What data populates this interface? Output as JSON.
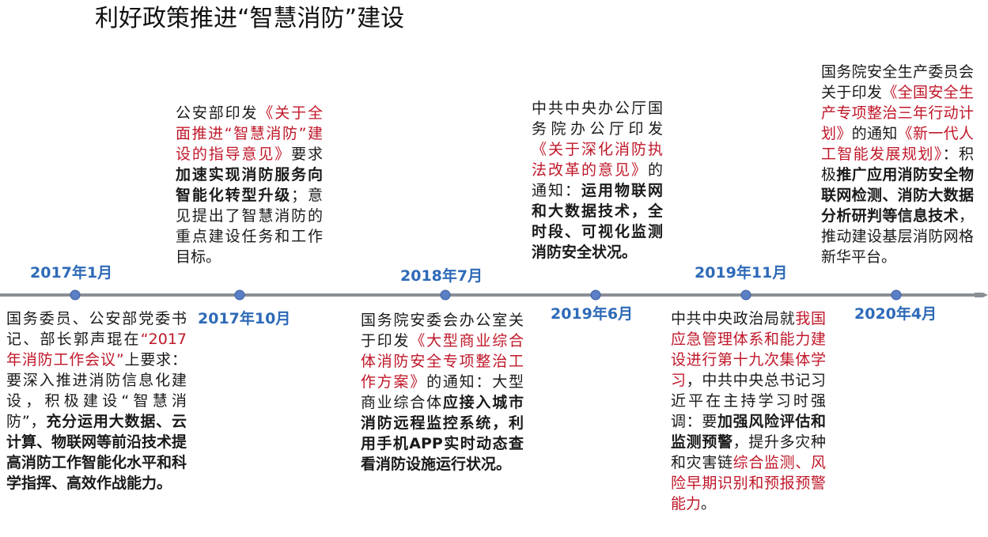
{
  "title": "利好政策推进“智慧消防”建设",
  "colors": {
    "accent_blue": "#2e6ab8",
    "highlight_red": "#c0182a",
    "axis_gray": "#8a8f96",
    "dot_fill": "#5a7fc4"
  },
  "timeline": [
    {
      "date": "2017年1月",
      "segments": [
        {
          "t": "国务委员、公安部党委书记、部长郭声琨在",
          "s": "n"
        },
        {
          "t": "“2017年消防工作会议”",
          "s": "r"
        },
        {
          "t": "上要求：要深入推进消防信息化建设，积极建设“智慧消防”，",
          "s": "n"
        },
        {
          "t": "充分运用大数据、云计算、物联网等前沿技术提高消防工作智能化水平和科学指挥、高效作战能力。",
          "s": "b"
        }
      ]
    },
    {
      "date": "2017年10月",
      "segments": [
        {
          "t": "公安部印发",
          "s": "n"
        },
        {
          "t": "《关于全面推进“智慧消防”建设的指导意见》",
          "s": "r"
        },
        {
          "t": "要求",
          "s": "n"
        },
        {
          "t": "加速实现消防服务向智能化转型升级",
          "s": "b"
        },
        {
          "t": "；意见提出了智慧消防的重点建设任务和工作目标。",
          "s": "n"
        }
      ]
    },
    {
      "date": "2018年7月",
      "segments": [
        {
          "t": "国务院安委会办公室关于印发",
          "s": "n"
        },
        {
          "t": "《大型商业综合体消防安全专项整治工作方案》",
          "s": "r"
        },
        {
          "t": "的通知：大型商业综合体",
          "s": "n"
        },
        {
          "t": "应接入城市消防远程监控系统，利用手机APP实时动态查看消防设施运行状况。",
          "s": "b"
        }
      ]
    },
    {
      "date": "2019年6月",
      "segments": [
        {
          "t": "中共中央办公厅国务院办公厅印发",
          "s": "n"
        },
        {
          "t": "《关于深化消防执法改革的意见》",
          "s": "r"
        },
        {
          "t": "的通知：",
          "s": "n"
        },
        {
          "t": "运用物联网和大数据技术，全时段、可视化监测消防安全状况。",
          "s": "b"
        }
      ]
    },
    {
      "date": "2019年11月",
      "segments": [
        {
          "t": "中共中央政治局就",
          "s": "n"
        },
        {
          "t": "我国应急管理体系和能力建设进行第十九次集体学习",
          "s": "r"
        },
        {
          "t": "，中共中央总书记习近平在主持学习时强调：要",
          "s": "n"
        },
        {
          "t": "加强风险评估和监测预警",
          "s": "b"
        },
        {
          "t": "，提升多灾种和灾害链",
          "s": "n"
        },
        {
          "t": "综合监测、风险早期识别和预报预警能力",
          "s": "r"
        },
        {
          "t": "。",
          "s": "n"
        }
      ]
    },
    {
      "date": "2020年4月",
      "segments": [
        {
          "t": "国务院安全生产委员会关于印发",
          "s": "n"
        },
        {
          "t": "《全国安全生产专项整治三年行动计划》",
          "s": "r"
        },
        {
          "t": "的通知",
          "s": "n"
        },
        {
          "t": "《新一代人工智能发展规划》",
          "s": "r"
        },
        {
          "t": "：积极",
          "s": "n"
        },
        {
          "t": "推广应用消防安全物联网检测、消防大数据分析研判等信息技术",
          "s": "b"
        },
        {
          "t": "，推动建设基层消防网格新华平台。",
          "s": "n"
        }
      ]
    }
  ]
}
